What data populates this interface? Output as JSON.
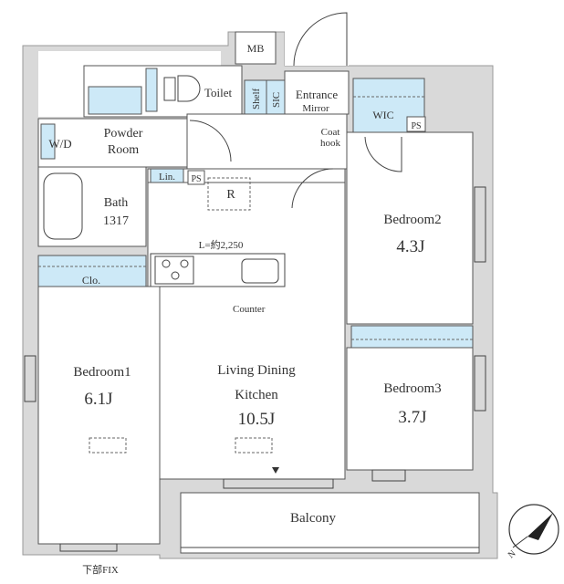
{
  "rooms": {
    "mb": "MB",
    "toilet": "Toilet",
    "shelf": "Shelf",
    "sic": "SIC",
    "entrance": "Entrance",
    "mirror": "Mirror",
    "wic": "WIC",
    "ps_top": "PS",
    "wd": "W/D",
    "powder_1": "Powder",
    "powder_2": "Room",
    "coat_1": "Coat",
    "coat_2": "hook",
    "lin": "Lin.",
    "ps_mid": "PS",
    "r": "R",
    "bath": "Bath",
    "bath_size": "1317",
    "kitchen_length": "L=約2,250",
    "clo": "Clo.",
    "counter": "Counter",
    "bedroom2": "Bedroom2",
    "bedroom2_size": "4.3J",
    "bedroom1": "Bedroom1",
    "bedroom1_size": "6.1J",
    "ldk_1": "Living Dining",
    "ldk_2": "Kitchen",
    "ldk_size": "10.5J",
    "bedroom3": "Bedroom3",
    "bedroom3_size": "3.7J",
    "balcony": "Balcony",
    "fix": "下部FIX"
  },
  "compass": {
    "label": "N",
    "icon": "north-arrow-icon"
  },
  "colors": {
    "wall": "#d9d9d9",
    "storage": "#cde9f7"
  }
}
